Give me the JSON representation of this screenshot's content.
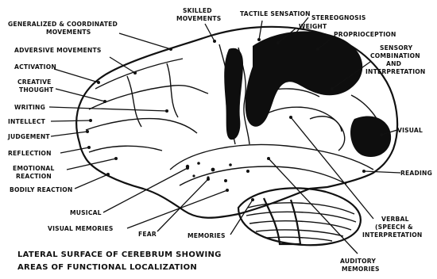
{
  "labels": {
    "generalized": [
      "GENERALIZED & COORDINATED",
      "MOVEMENTS"
    ],
    "skilled": [
      "SKILLED",
      "MOVEMENTS"
    ],
    "tactile": [
      "TACTILE SENSATION"
    ],
    "stereognosis": [
      "STEREOGNOSIS"
    ],
    "weight": [
      "WEIGHT"
    ],
    "proprioception": [
      "PROPRIOCEPTION"
    ],
    "sensory": [
      "SENSORY",
      "COMBINATION",
      "AND",
      "INTERPRETATION"
    ],
    "adversive": [
      "ADVERSIVE MOVEMENTS"
    ],
    "activation": [
      "ACTIVATION"
    ],
    "creative": [
      "CREATIVE",
      "THOUGHT"
    ],
    "writing": [
      "WRITING"
    ],
    "intellect": [
      "INTELLECT"
    ],
    "judgement": [
      "JUDGEMENT"
    ],
    "reflection": [
      "REFLECTION"
    ],
    "emotional": [
      "EMOTIONAL",
      "REACTION"
    ],
    "bodily": [
      "BODILY REACTION"
    ],
    "visual": [
      "VISUAL"
    ],
    "reading": [
      "READING"
    ],
    "musical": [
      "MUSICAL"
    ],
    "visual_memories": [
      "VISUAL MEMORIES"
    ],
    "fear": [
      "FEAR"
    ],
    "memories": [
      "MEMORIES"
    ],
    "verbal": [
      "VERBAL",
      "(SPEECH &",
      "INTERPRETATION"
    ],
    "auditory": [
      "AUDITORY",
      "MEMORIES"
    ]
  },
  "caption": [
    "LATERAL SURFACE OF CEREBRUM SHOWING",
    "AREAS OF FUNCTIONAL LOCALIZATION"
  ]
}
